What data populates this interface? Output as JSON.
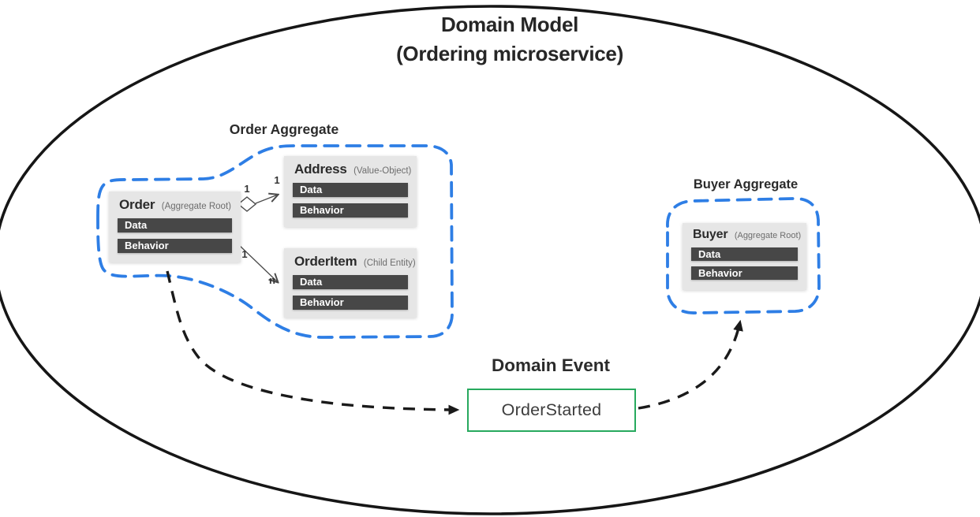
{
  "diagram": {
    "title_line1": "Domain Model",
    "title_line2": "(Ordering microservice)",
    "order_aggregate_label": "Order Aggregate",
    "buyer_aggregate_label": "Buyer Aggregate",
    "domain_event_label": "Domain Event"
  },
  "entities": {
    "order": {
      "name": "Order",
      "stereotype": "(Aggregate Root)",
      "rows": [
        "Data",
        "Behavior"
      ]
    },
    "address": {
      "name": "Address",
      "stereotype": "(Value-Object)",
      "rows": [
        "Data",
        "Behavior"
      ]
    },
    "orderitem": {
      "name": "OrderItem",
      "stereotype": "(Child Entity)",
      "rows": [
        "Data",
        "Behavior"
      ]
    },
    "buyer": {
      "name": "Buyer",
      "stereotype": "(Aggregate Root)",
      "rows": [
        "Data",
        "Behavior"
      ]
    }
  },
  "event": {
    "name": "OrderStarted"
  },
  "multiplicity": {
    "order_to_address_source": "1",
    "order_to_address_target": "1",
    "order_to_item_source": "1",
    "order_to_item_target": "n"
  },
  "colors": {
    "aggregate_boundary_blue": "#2e7ee5",
    "event_border_green": "#27a95e",
    "entity_row_dark": "#474747",
    "entity_box_gray": "#e6e6e6",
    "outline_black": "#161616"
  }
}
